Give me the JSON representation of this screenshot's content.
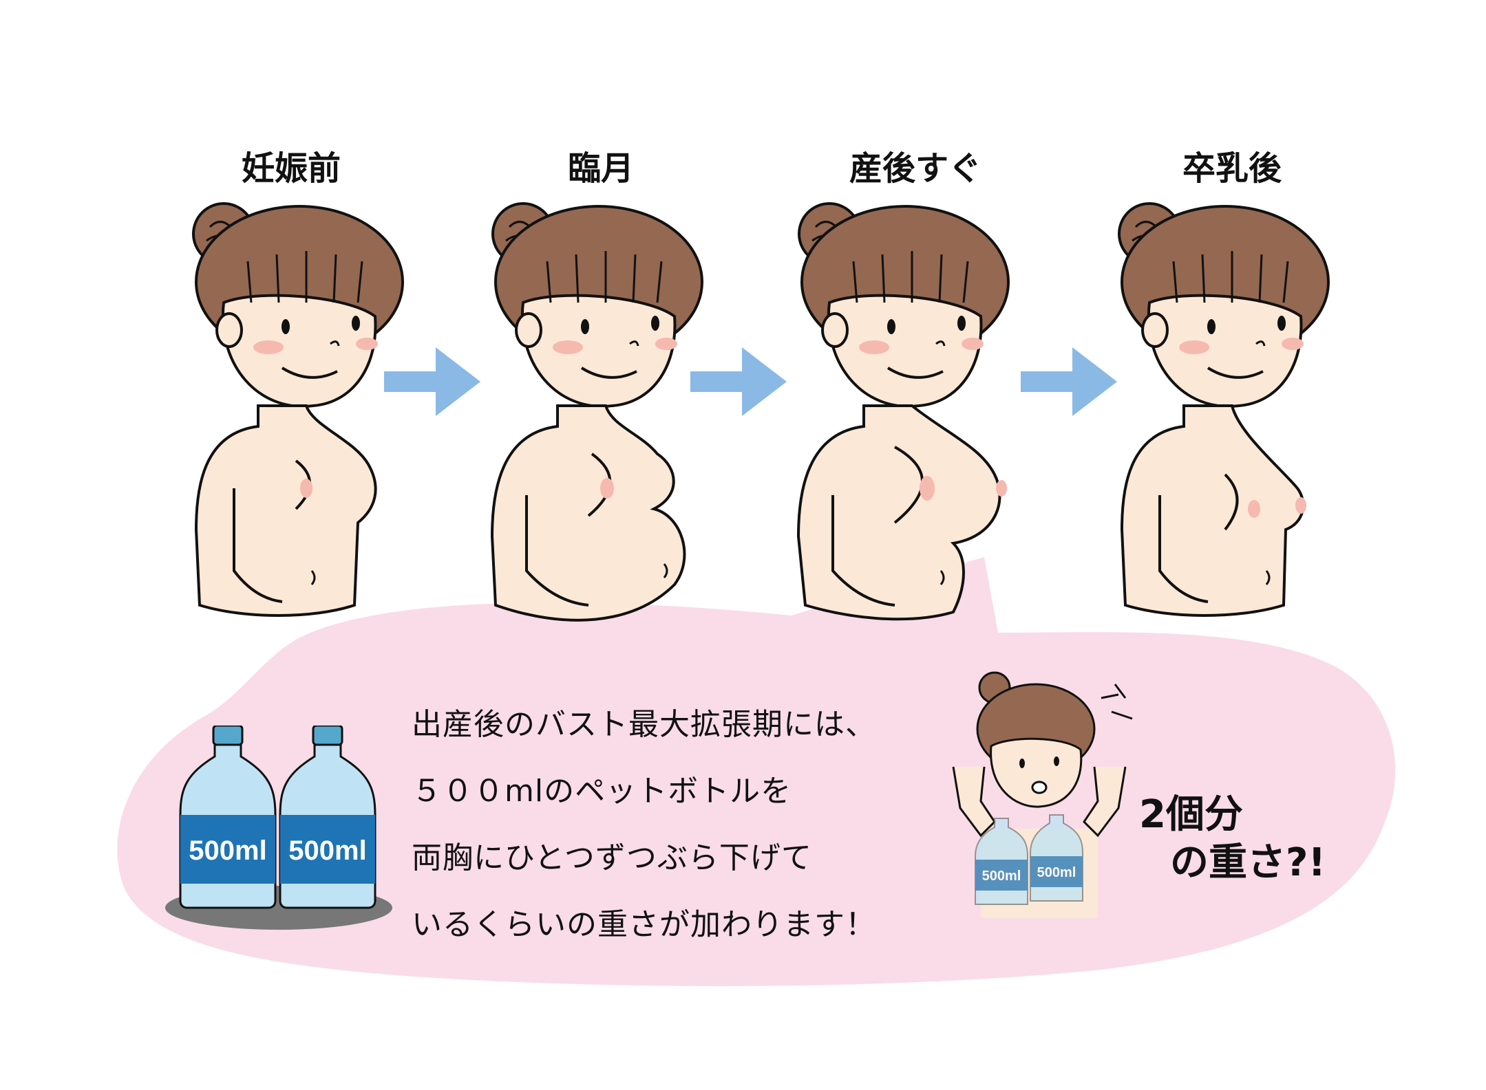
{
  "stages": [
    {
      "label": "妊娠前"
    },
    {
      "label": "臨月"
    },
    {
      "label": "産後すぐ"
    },
    {
      "label": "卒乳後"
    }
  ],
  "message": {
    "lines": [
      "出産後のバスト最大拡張期には、",
      "５００mlのペットボトルを",
      "両胸にひとつずつぶら下げて",
      "いるくらいの重さが加わります！"
    ]
  },
  "bottle_label": "500ml",
  "exclaim": {
    "line1": "2個分",
    "line2": "の重さ?!"
  },
  "colors": {
    "hair": "#956851",
    "skin": "#fce8d6",
    "cheek": "#f5b9b0",
    "arrow": "#8ab9e6",
    "bubble": "#f9dce8",
    "bottle": "#1f74b5",
    "bottle_light": "#bfe3f5",
    "cap": "#56a7cc",
    "shadow": "#777777"
  }
}
